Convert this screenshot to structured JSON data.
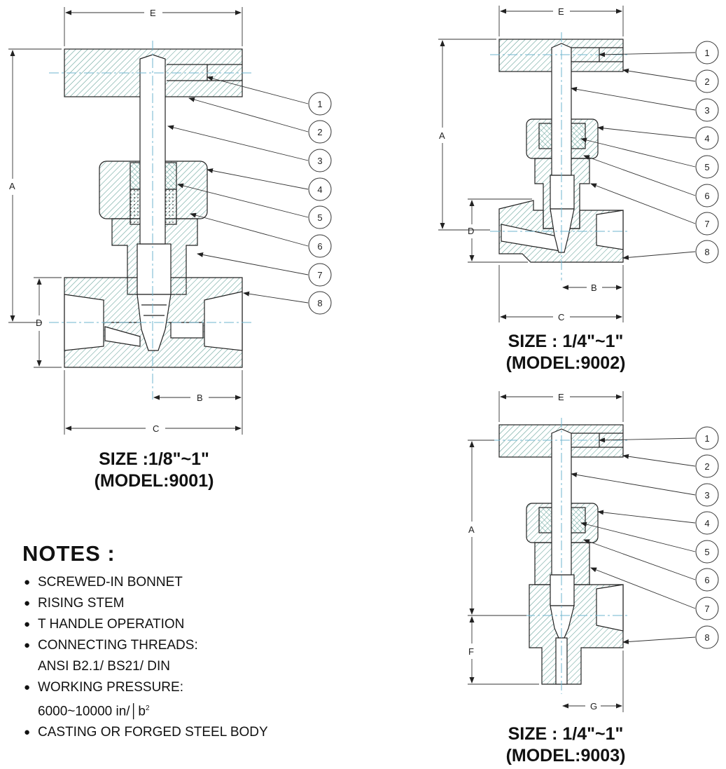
{
  "views": [
    {
      "caption": {
        "size": "SIZE :1/8\"~1\"",
        "model": "(MODEL:9001)"
      },
      "dims": {
        "E": "E",
        "A": "A",
        "D": "D",
        "B": "B",
        "C": "C"
      },
      "callouts": [
        "1",
        "2",
        "3",
        "4",
        "5",
        "6",
        "7",
        "8"
      ]
    },
    {
      "caption": {
        "size": "SIZE : 1/4\"~1\"",
        "model": "(MODEL:9002)"
      },
      "dims": {
        "E": "E",
        "A": "A",
        "D": "D",
        "B": "B",
        "C": "C"
      },
      "callouts": [
        "1",
        "2",
        "3",
        "4",
        "5",
        "6",
        "7",
        "8"
      ]
    },
    {
      "caption": {
        "size": "SIZE : 1/4\"~1\"",
        "model": "(MODEL:9003)"
      },
      "dims": {
        "E": "E",
        "A": "A",
        "F": "F",
        "G": "G"
      },
      "callouts": [
        "1",
        "2",
        "3",
        "4",
        "5",
        "6",
        "7",
        "8"
      ]
    }
  ],
  "notes": {
    "title": "NOTES :",
    "items": [
      {
        "text": "SCREWED-IN BONNET",
        "bullet": true
      },
      {
        "text": "RISING STEM",
        "bullet": true
      },
      {
        "text": "T HANDLE OPERATION",
        "bullet": true
      },
      {
        "text": "CONNECTING THREADS:",
        "bullet": true
      },
      {
        "text": "ANSI B2.1/ BS21/ DIN",
        "bullet": false
      },
      {
        "text": "WORKING PRESSURE:",
        "bullet": true
      },
      {
        "text": "6000~10000 in/",
        "suffix": "b",
        "sup": "2",
        "bullet": false
      },
      {
        "text": "CASTING OR FORGED STEEL BODY",
        "bullet": true
      }
    ]
  },
  "colors": {
    "line": "#222222",
    "hatch": "#5f9e95",
    "center": "#6fb6cf"
  }
}
